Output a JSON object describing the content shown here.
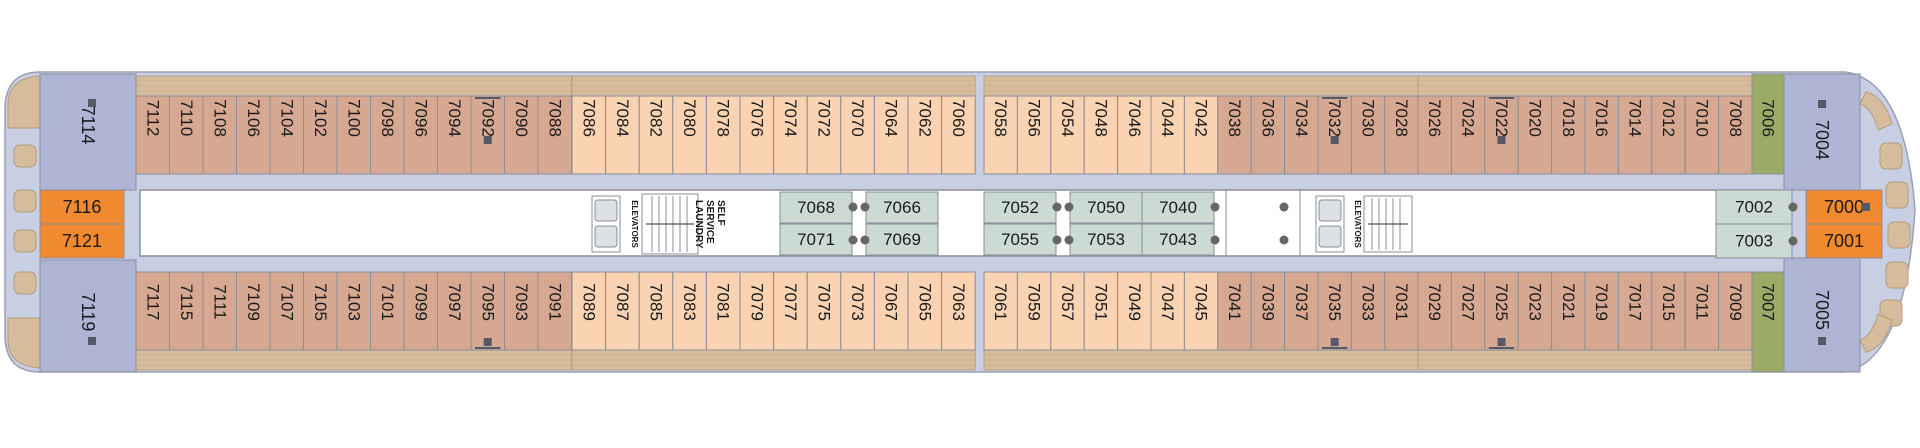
{
  "deck": {
    "labels": {
      "laundry": [
        "SELF",
        "SERVICE",
        "LAUNDRY"
      ],
      "elevators": "ELEVATORS"
    },
    "colors": {
      "hull": "#c9cfe2",
      "corridor": "#ffffff",
      "suite_blue": "#aeb4d4",
      "orange": "#f0892f",
      "olive": "#9bab67",
      "brown": "#d6a891",
      "peach": "#fad3b2",
      "green_grey": "#cbdad3",
      "wood": "#d6bc9c",
      "line": "#8a8e99"
    },
    "top_cabins": {
      "left": [
        "7112",
        "7110",
        "7108",
        "7106",
        "7104",
        "7102",
        "7100",
        "7098",
        "7096",
        "7094",
        "7092",
        "7090",
        "7088"
      ],
      "mid_left": [
        "7086",
        "7084",
        "7082",
        "7080",
        "7078",
        "7076",
        "7074",
        "7072",
        "7070",
        "7064",
        "7062",
        "7060"
      ],
      "mid_right": [
        "7058",
        "7056",
        "7054",
        "7048",
        "7046",
        "7044",
        "7042",
        "7038",
        "7036",
        "7034",
        "7032",
        "7030",
        "7028"
      ],
      "right": [
        "7026",
        "7024",
        "7022",
        "7020",
        "7018",
        "7016",
        "7014",
        "7012",
        "7010",
        "7008"
      ]
    },
    "bottom_cabins": {
      "left": [
        "7117",
        "7115",
        "7111",
        "7109",
        "7107",
        "7105",
        "7103",
        "7101",
        "7099",
        "7097",
        "7095",
        "7093",
        "7091"
      ],
      "mid_left": [
        "7089",
        "7087",
        "7085",
        "7083",
        "7081",
        "7079",
        "7077",
        "7075",
        "7073",
        "7067",
        "7065",
        "7063"
      ],
      "mid_right": [
        "7061",
        "7059",
        "7057",
        "7051",
        "7049",
        "7047",
        "7045",
        "7041",
        "7039",
        "7037",
        "7035",
        "7033",
        "7031"
      ],
      "right": [
        "7029",
        "7027",
        "7025",
        "7023",
        "7021",
        "7019",
        "7017",
        "7015",
        "7011",
        "7009"
      ]
    },
    "aft": {
      "suite_top": "7114",
      "suite_bottom": "7119",
      "orange_top": "7116",
      "orange_bottom": "7121"
    },
    "forward": {
      "olive_top": "7006",
      "olive_bottom": "7007",
      "suite_top": "7004",
      "suite_bottom": "7005",
      "orange_top": "7000",
      "orange_bottom": "7001",
      "inner_top": "7002",
      "inner_bottom": "7003"
    },
    "inner_cabins": [
      [
        "7068",
        "7071"
      ],
      [
        "7066",
        "7069"
      ],
      [
        "7052",
        "7055"
      ],
      [
        "7050",
        "7053"
      ],
      [
        "7040",
        "7043"
      ]
    ],
    "accessible_cabins": [
      "7092",
      "7032",
      "7022",
      "7095",
      "7035",
      "7025",
      "7114",
      "7119",
      "7004",
      "7005",
      "7000"
    ]
  }
}
